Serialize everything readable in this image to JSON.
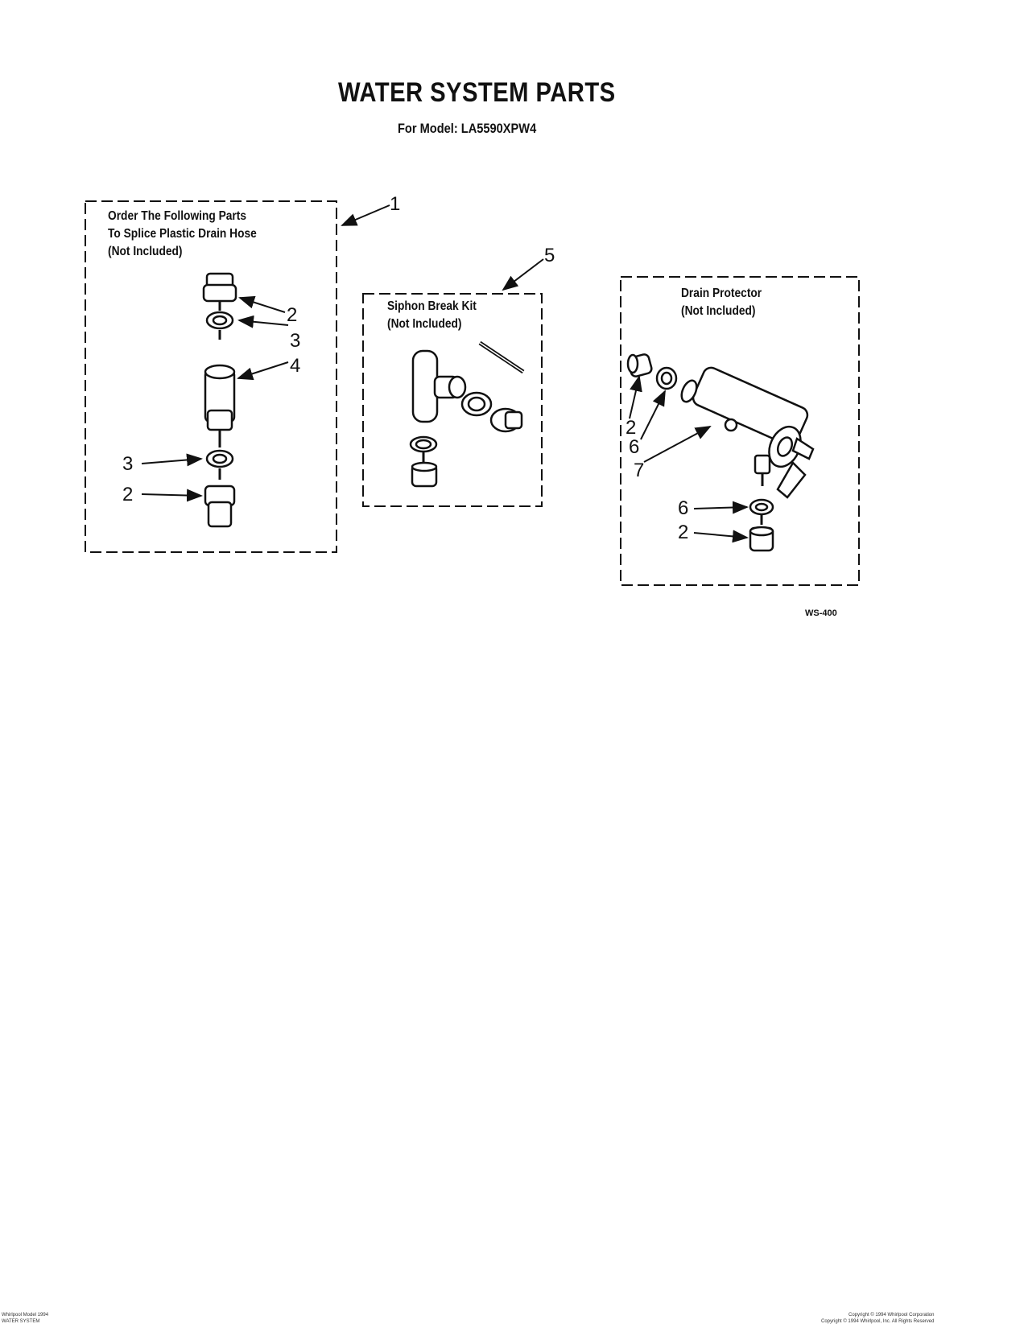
{
  "header": {
    "title": "WATER SYSTEM PARTS",
    "model_line": "For Model: LA5590XPW4"
  },
  "boxes": {
    "splice": {
      "line1": "Order The Following Parts",
      "line2": "To Splice Plastic Drain Hose",
      "line3": "(Not Included)"
    },
    "siphon": {
      "line1": "Siphon Break Kit",
      "line2": "(Not Included)"
    },
    "drain": {
      "line1": "Drain Protector",
      "line2": "(Not Included)"
    }
  },
  "callouts": {
    "c1": "1",
    "c5": "5",
    "splice_top_2": "2",
    "splice_top_3": "3",
    "splice_4": "4",
    "splice_bottom_3": "3",
    "splice_bottom_2": "2",
    "drain_2a": "2",
    "drain_6a": "6",
    "drain_7": "7",
    "drain_6b": "6",
    "drain_2b": "2"
  },
  "diagram_code": "WS-400",
  "footer": {
    "left_line1": "Whirlpool Model 1994",
    "left_line2": "WATER SYSTEM",
    "right_line1": "Copyright © 1994 Whirlpool Corporation",
    "right_line2": "Copyright © 1994 Whirlpool, Inc. All Rights Reserved"
  }
}
